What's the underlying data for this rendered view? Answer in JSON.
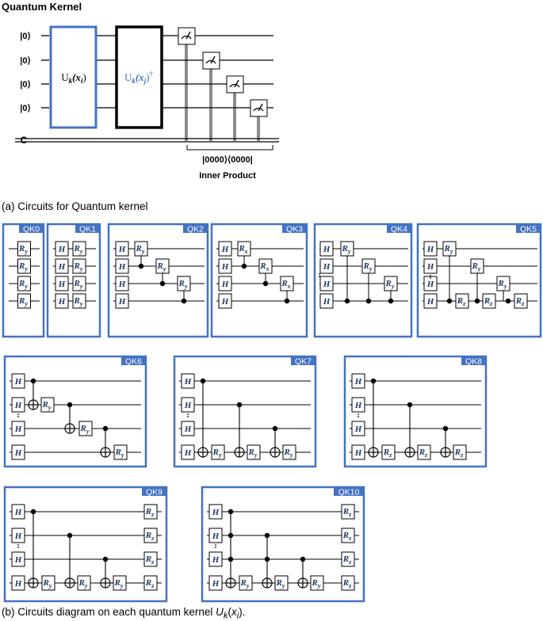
{
  "top": {
    "title": "Quantum Kernel",
    "ket0": "|0⟩",
    "classical": "C",
    "uk_label": "U",
    "uk_sub": "k",
    "uk_arg": "(x",
    "uk_arg_sub_i": "i",
    "uk_arg_sub_j": "j",
    "uk_close": ")",
    "dagger": "†",
    "projector": "|0000⟩⟨0000|",
    "inner_product": "Inner Product"
  },
  "caption_a": "(a)   Circuits for Quantum kernel",
  "caption_b": {
    "prefix": "(b)   Circuits diagram on each quantum kernel ",
    "U": "U",
    "k": "k",
    "open": "(",
    "x": "x",
    "i": "i",
    "close": ")."
  },
  "gates": {
    "H": "H",
    "R": "R",
    "y": "y",
    "x": "x",
    "z": "z"
  },
  "kernels": [
    {
      "name": "QK0",
      "layout": "qk0"
    },
    {
      "name": "QK1",
      "layout": "qk1"
    },
    {
      "name": "QK2",
      "layout": "ladder",
      "rot": "y"
    },
    {
      "name": "QK3",
      "layout": "ladder",
      "rot": "x"
    },
    {
      "name": "QK4",
      "layout": "star",
      "rot": "y"
    },
    {
      "name": "QK5",
      "layout": "starz"
    },
    {
      "name": "QK6",
      "layout": "cnot-ladder",
      "rot": "y"
    },
    {
      "name": "QK7",
      "layout": "cnot-star",
      "rot": "y"
    },
    {
      "name": "QK8",
      "layout": "cnot-star",
      "rot": "z"
    },
    {
      "name": "QK9",
      "layout": "cnot-star-rz"
    },
    {
      "name": "QK10",
      "layout": "cnot-all-rz"
    }
  ],
  "colors": {
    "frame": "#4472c4",
    "label_bg": "#4472c4",
    "label_text": "#ffffff",
    "gate_text": "#1f3864"
  }
}
